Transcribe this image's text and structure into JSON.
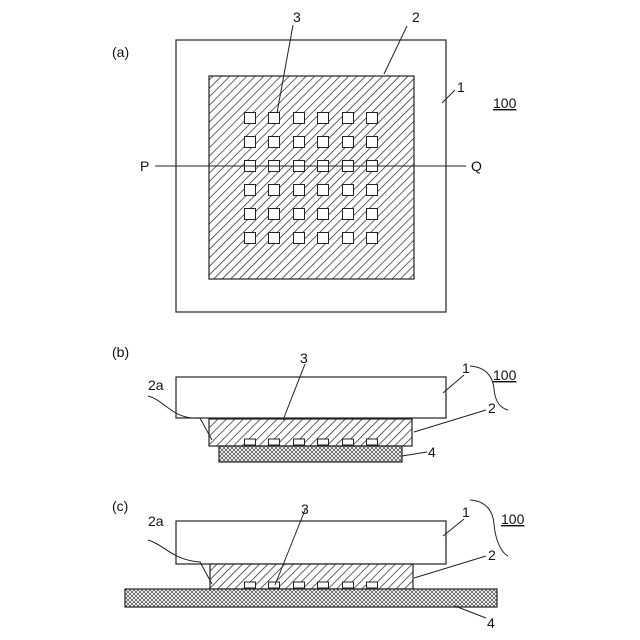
{
  "figure": {
    "panel_a": {
      "tag": "(a)",
      "labels": {
        "pad": "3",
        "layer": "2",
        "substrate": "1",
        "ref": "100",
        "left_end": "P",
        "right_end": "Q"
      }
    },
    "panel_b": {
      "tag": "(b)",
      "labels": {
        "edge": "2a",
        "pad": "3",
        "substrate": "1",
        "ref": "100",
        "layer": "2",
        "base": "4"
      }
    },
    "panel_c": {
      "tag": "(c)",
      "labels": {
        "edge": "2a",
        "pad": "3",
        "substrate": "1",
        "ref": "100",
        "layer": "2",
        "base": "4"
      }
    }
  }
}
